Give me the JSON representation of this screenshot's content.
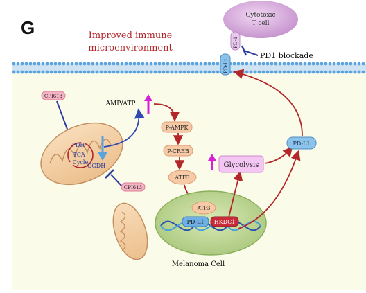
{
  "panel_label": "G",
  "headline_line1": "Improved immune",
  "headline_line2": "microenvironment",
  "t_cell_line1": "Cytotoxic",
  "t_cell_line2": "T cell",
  "pd1_label": "PD-1",
  "pdl1_membrane_label": "PD-L1",
  "pd1_blockade_label": "PD1 blockade",
  "cpi_top_label": "CPI613",
  "cpi_right_label": "CPI613",
  "amp_atp_label": "AMP/ATP",
  "pampk_label": "P-AMPK",
  "pcreb_label": "P-CREB",
  "atf3_label": "ATF3",
  "atf3_nucleus_label": "ATF3",
  "pdh_label": "PDH",
  "tca_line1": "TCA",
  "tca_line2": "Cycle",
  "ogdh_label": "OGDH",
  "glycolysis_label": "Glycolysis",
  "pdl1_cyto_label": "PD-L1",
  "pdl1_dna_label": "PD-L1",
  "hkdc1_label": "HKDC1",
  "cell_label": "Melanoma Cell",
  "colors": {
    "arrow_red": "#b3262a",
    "inhibitor_blue": "#2b3a9a",
    "up_arrow_magenta": "#d81fd8",
    "cell_fill": "#fafbe8",
    "membrane_blue": "#5aa3de"
  }
}
